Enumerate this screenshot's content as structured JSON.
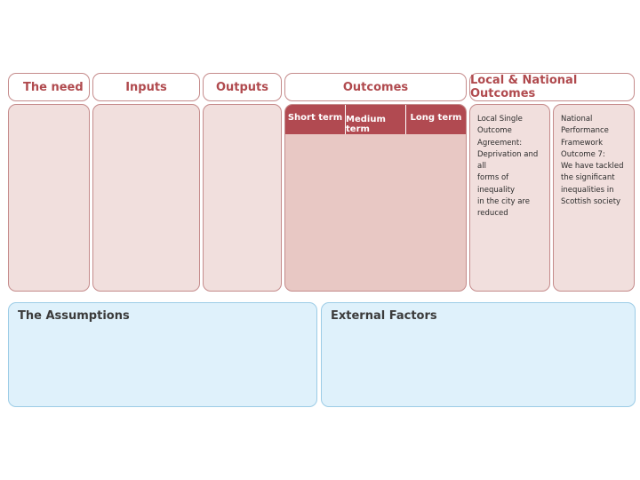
{
  "headers": {
    "need": "The need",
    "inputs": "Inputs",
    "outputs": "Outputs",
    "outcomes": "Outcomes",
    "local_national": "Local & National Outcomes"
  },
  "outcome_terms": [
    "Short term",
    "Medium term",
    "Long term"
  ],
  "local_outcome": "Local Single\nOutcome Agreement:\nDeprivation and all\nforms of inequality\nin the city are\nreduced",
  "national_outcome": "National\nPerformance\nFramework\nOutcome 7:\nWe have tackled\nthe significant\ninequalities in\nScottish society",
  "assumptions_title": "The Assumptions",
  "external_title": "External Factors",
  "colors": {
    "accent_red": "#b14a51",
    "header_border": "#c58b8b",
    "column_fill": "#f1dfdd",
    "outcomes_fill": "#e8c8c4",
    "blue_fill": "#dff1fb",
    "blue_border": "#9ccce6"
  }
}
